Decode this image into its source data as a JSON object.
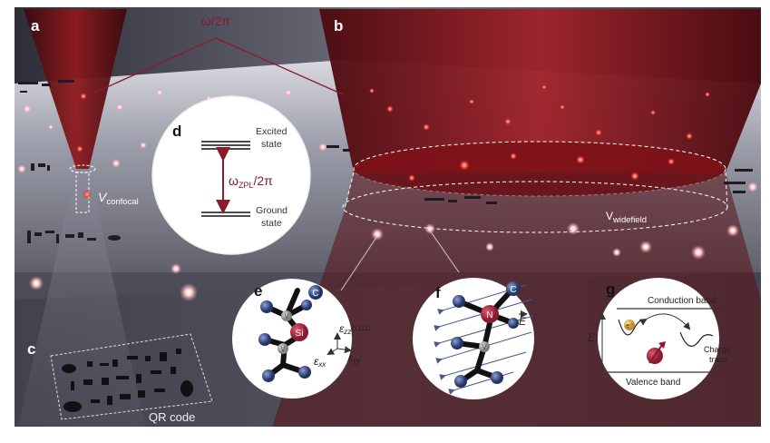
{
  "panels": {
    "a": "a",
    "b": "b",
    "c": "c",
    "d": "d",
    "e": "e",
    "f": "f",
    "g": "g"
  },
  "freq_label": "ω/2π",
  "v_confocal": {
    "main": "V",
    "sub": "confocal"
  },
  "v_widefield": {
    "main": "V",
    "sub": "widefield"
  },
  "qr_label": "QR code",
  "level_diagram": {
    "excited_1": "Excited",
    "excited_2": "state",
    "ground_1": "Ground",
    "ground_2": "state",
    "omega": "ω",
    "omega_sub": "ZPL",
    "omega_tail": "/2π"
  },
  "defect_si": {
    "carbon": "C",
    "vacancy": "V",
    "si": "Si",
    "eps_zz": "ε",
    "eps_zz_sub": "zz",
    "eps_zz_dir": "∥(111)",
    "eps_xx": "ε",
    "eps_xx_sub": "xx",
    "eps_yy": "ε",
    "eps_yy_sub": "yy"
  },
  "defect_n": {
    "carbon": "C",
    "nitrogen": "N",
    "vacancy": "V",
    "efield": "E"
  },
  "band": {
    "conduction": "Conduction band",
    "valence": "Valence band",
    "energy": "E",
    "electron": "e⁻",
    "traps_1": "Charge",
    "traps_2": "traps"
  },
  "colors": {
    "accent": "#8b1a2e",
    "beam": "#7a0f14",
    "atom_blue": "#34467a",
    "surface": "#b9bbc4"
  }
}
